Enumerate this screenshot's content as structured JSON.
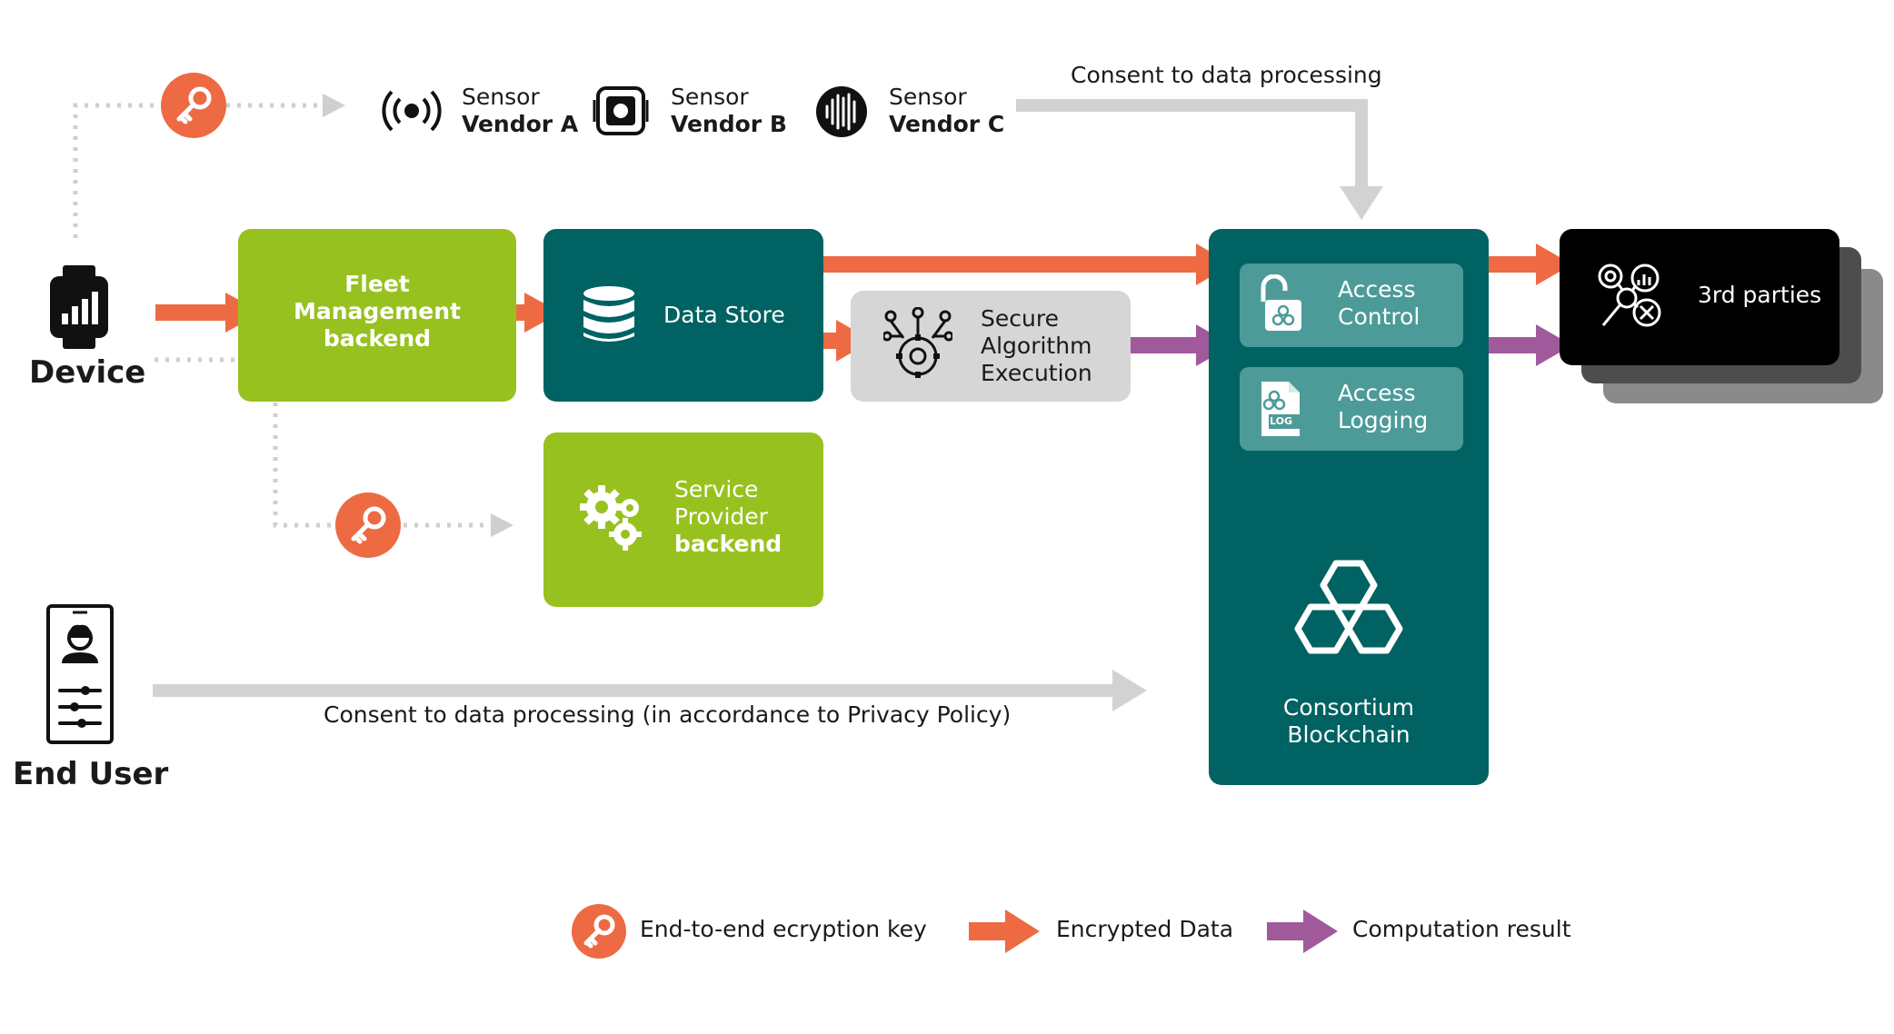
{
  "sensors": [
    {
      "line1": "Sensor",
      "line2": "Vendor A",
      "icon": "radio-waves-icon"
    },
    {
      "line1": "Sensor",
      "line2": "Vendor B",
      "icon": "camera-sensor-icon"
    },
    {
      "line1": "Sensor",
      "line2": "Vendor C",
      "icon": "sound-wave-icon"
    }
  ],
  "consent_top": "Consent to data processing",
  "device": {
    "label": "Device",
    "icon": "smartwatch-icon"
  },
  "end_user": {
    "label": "End User",
    "icon": "smartphone-user-icon"
  },
  "fleet": {
    "line1": "Fleet",
    "line2": "Management",
    "line3": "backend"
  },
  "data_store": {
    "label": "Data Store",
    "icon": "database-icon"
  },
  "secure_algo": {
    "line1": "Secure",
    "line2": "Algorithm",
    "line3": "Execution",
    "icon": "circuit-gear-icon"
  },
  "service_provider": {
    "line1": "Service",
    "line2": "Provider",
    "line3": "backend",
    "icon": "gears-icon"
  },
  "consortium": {
    "access_control": {
      "line1": "Access",
      "line2": "Control",
      "icon": "unlocked-padlock-icon"
    },
    "access_logging": {
      "line1": "Access",
      "line2": "Logging",
      "icon": "log-file-icon",
      "badge": "LOG"
    },
    "blockchain": {
      "line1": "Consortium",
      "line2": "Blockchain",
      "icon": "blockchain-hexagons-icon"
    }
  },
  "third_parties": {
    "label": "3rd parties",
    "icon": "analytics-network-icon"
  },
  "consent_bottom": "Consent to data processing (in accordance to Privacy Policy)",
  "legend": [
    {
      "label": "End-to-end ecryption key",
      "icon": "key-icon"
    },
    {
      "label": "Encrypted Data",
      "icon": "orange-arrow-icon"
    },
    {
      "label": "Computation result",
      "icon": "purple-arrow-icon"
    }
  ],
  "colors": {
    "encrypted": "#ee6a43",
    "computation": "#a05a9c",
    "teal": "#006262",
    "green": "#97c11f",
    "consent": "#d2d2d2"
  }
}
